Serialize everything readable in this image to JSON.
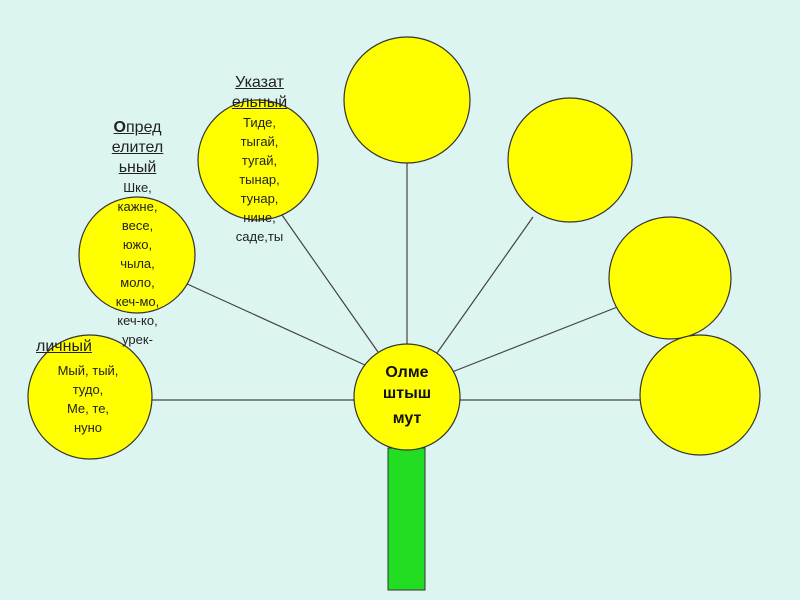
{
  "center": {
    "lines": [
      "Олме",
      "штыш",
      "мут"
    ]
  },
  "branches": [
    {
      "title_first": "О",
      "title_rest": [
        "пред",
        "елител",
        "ьный"
      ],
      "items": [
        "Шке,",
        "кажне,",
        "весе,",
        "южо,",
        "чыла,",
        "моло,",
        "кеч-мо,",
        "кеч-ко,",
        "урек-"
      ]
    },
    {
      "title": [
        "Указат",
        "ельный"
      ],
      "items": [
        "Тиде,",
        "тыгай,",
        "тугай,",
        "тынар,",
        "тунар,",
        "нине,",
        "саде,ты"
      ]
    },
    {
      "title": [
        "личный"
      ],
      "items": [
        "Мый, тый,",
        "тудо,",
        "Ме, те,",
        "нуно"
      ]
    }
  ],
  "colors": {
    "petal": "#ffff00",
    "stem": "#22dd22",
    "background": "#ddf5f1"
  }
}
